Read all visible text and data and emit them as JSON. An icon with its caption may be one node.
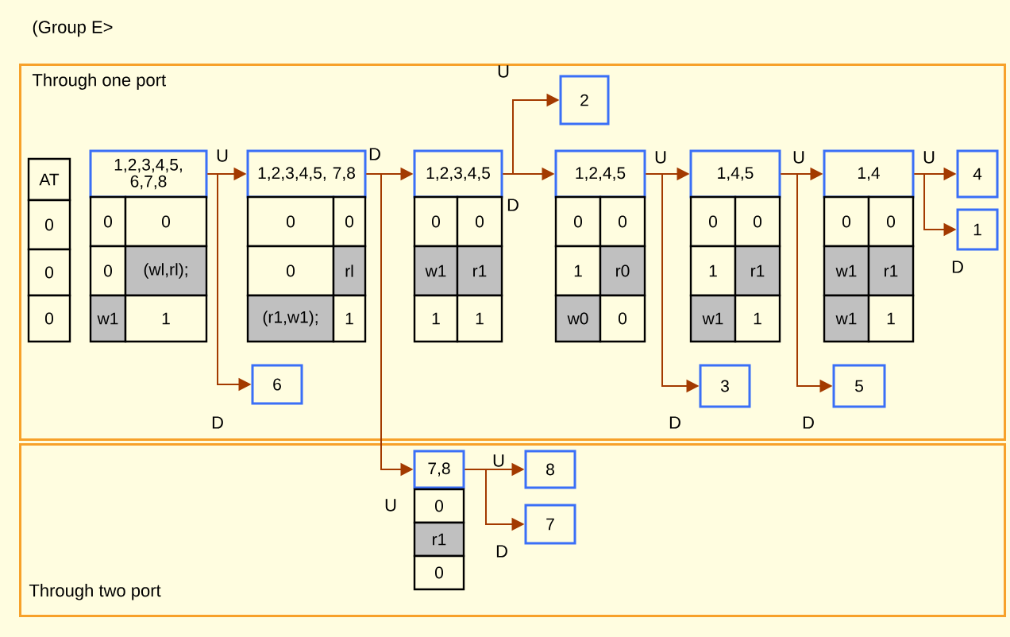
{
  "diagram": {
    "title": "(Group E>",
    "nodes": [
      {
        "text": [
          "Through one port"
        ]
      },
      {
        "text": [
          "Through two port"
        ]
      },
      {
        "text": [
          "1,2,3,4,5, 6,7,8"
        ],
        "in": 0
      },
      {
        "text": [
          "1,2,3,4,5, 7,8"
        ],
        "in": 0
      },
      {
        "text": [
          "1,2,3,4,5"
        ],
        "in": 0
      },
      {
        "text": [
          "2"
        ],
        "in": 0
      },
      {
        "text": [
          "1,2,4,5"
        ],
        "in": 0
      },
      {
        "text": [
          "1,4,5"
        ],
        "in": 0
      },
      {
        "text": [
          "1,4"
        ],
        "in": 0
      },
      {
        "text": [
          "4"
        ],
        "in": 0
      },
      {
        "text": [
          "1"
        ],
        "in": 0
      },
      {
        "text": [
          "6"
        ],
        "in": 0
      },
      {
        "text": [
          "3"
        ],
        "in": 0
      },
      {
        "text": [
          "5"
        ],
        "in": 0
      },
      {
        "text": [
          "7,8"
        ],
        "in": 1
      },
      {
        "text": [
          "8"
        ],
        "in": 1
      },
      {
        "text": [
          "7"
        ],
        "in": 1
      }
    ],
    "edges": [
      {
        "from": 2,
        "to": 3,
        "arrow": "to",
        "label": "U"
      },
      {
        "from": 2,
        "to": 11,
        "arrow": "to",
        "label": "D"
      },
      {
        "from": 3,
        "to": 4,
        "arrow": "to",
        "label": "D"
      },
      {
        "from": 3,
        "to": 14,
        "arrow": "to",
        "label": "U"
      },
      {
        "from": 4,
        "to": 5,
        "arrow": "to",
        "label": "U"
      },
      {
        "from": 4,
        "to": 6,
        "arrow": "to",
        "label": "D"
      },
      {
        "from": 6,
        "to": 7,
        "arrow": "to",
        "label": "U"
      },
      {
        "from": 6,
        "to": 12,
        "arrow": "to",
        "label": "D"
      },
      {
        "from": 7,
        "to": 8,
        "arrow": "to",
        "label": "U"
      },
      {
        "from": 7,
        "to": 13,
        "arrow": "to",
        "label": "D"
      },
      {
        "from": 8,
        "to": 9,
        "arrow": "to",
        "label": "U"
      },
      {
        "from": 8,
        "to": 10,
        "arrow": "to",
        "label": "D"
      },
      {
        "from": 14,
        "to": 15,
        "arrow": "to",
        "label": "U"
      },
      {
        "from": 14,
        "to": 16,
        "arrow": "to",
        "label": "D"
      }
    ],
    "labels": [
      "AT",
      "0",
      "0",
      "0",
      "0",
      "0",
      "0",
      "(wl,rl);",
      "w1",
      "1",
      "0",
      "0",
      "0",
      "rl",
      "(r1,w1);",
      "1",
      "0",
      "0",
      "w1",
      "r1",
      "1",
      "1",
      "0",
      "0",
      "1",
      "r0",
      "w0",
      "0",
      "0",
      "0",
      "1",
      "r1",
      "w1",
      "1",
      "0",
      "0",
      "w1",
      "r1",
      "w1",
      "1",
      "0",
      "r1",
      "0"
    ]
  }
}
